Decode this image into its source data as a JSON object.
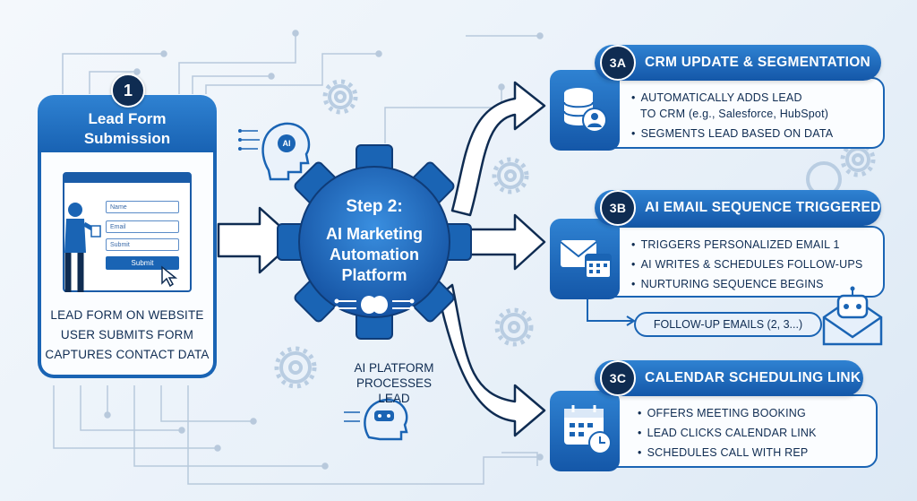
{
  "step1": {
    "number": "1",
    "title_line1": "Lead Form",
    "title_line2": "Submission",
    "form": {
      "name_placeholder": "Name",
      "email_placeholder": "Email",
      "submit_field": "Submit",
      "submit_button": "Submit"
    },
    "descriptions": [
      "LEAD FORM ON WEBSITE",
      "USER SUBMITS FORM",
      "CAPTURES CONTACT DATA"
    ]
  },
  "step2": {
    "title": "Step 2:",
    "line1": "AI Marketing",
    "line2": "Automation",
    "line3": "Platform",
    "ai_badge": "AI",
    "caption_line1": "AI PLATFORM",
    "caption_line2": "PROCESSES LEAD"
  },
  "panel_3a": {
    "tag": "3A",
    "title": "CRM UPDATE & SEGMENTATION",
    "bullets": [
      "AUTOMATICALLY ADDS LEAD",
      "SEGMENTS LEAD BASED ON DATA"
    ],
    "bullet1_cont": "TO CRM (e.g., Salesforce, HubSpot)"
  },
  "panel_3b": {
    "tag": "3B",
    "title": "AI EMAIL SEQUENCE TRIGGERED",
    "bullets": [
      "TRIGGERS PERSONALIZED EMAIL 1",
      "AI WRITES & SCHEDULES FOLLOW-UPS",
      "NURTURING SEQUENCE BEGINS"
    ],
    "followup": "FOLLOW-UP EMAILS (2, 3...)"
  },
  "panel_3c": {
    "tag": "3C",
    "title": "CALENDAR SCHEDULING LINK",
    "bullets": [
      "OFFERS MEETING BOOKING",
      "LEAD CLICKS CALENDAR LINK",
      "SCHEDULES CALL WITH REP"
    ]
  },
  "colors": {
    "primary": "#1a64b4",
    "dark": "#0f2c52",
    "light": "#2f82d2"
  },
  "icons": [
    "database-user-icon",
    "email-calendar-icon",
    "calendar-clock-icon",
    "robot-envelope-icon",
    "ai-head-icon",
    "brain-icon",
    "gear-icon",
    "person-icon",
    "cursor-icon"
  ]
}
